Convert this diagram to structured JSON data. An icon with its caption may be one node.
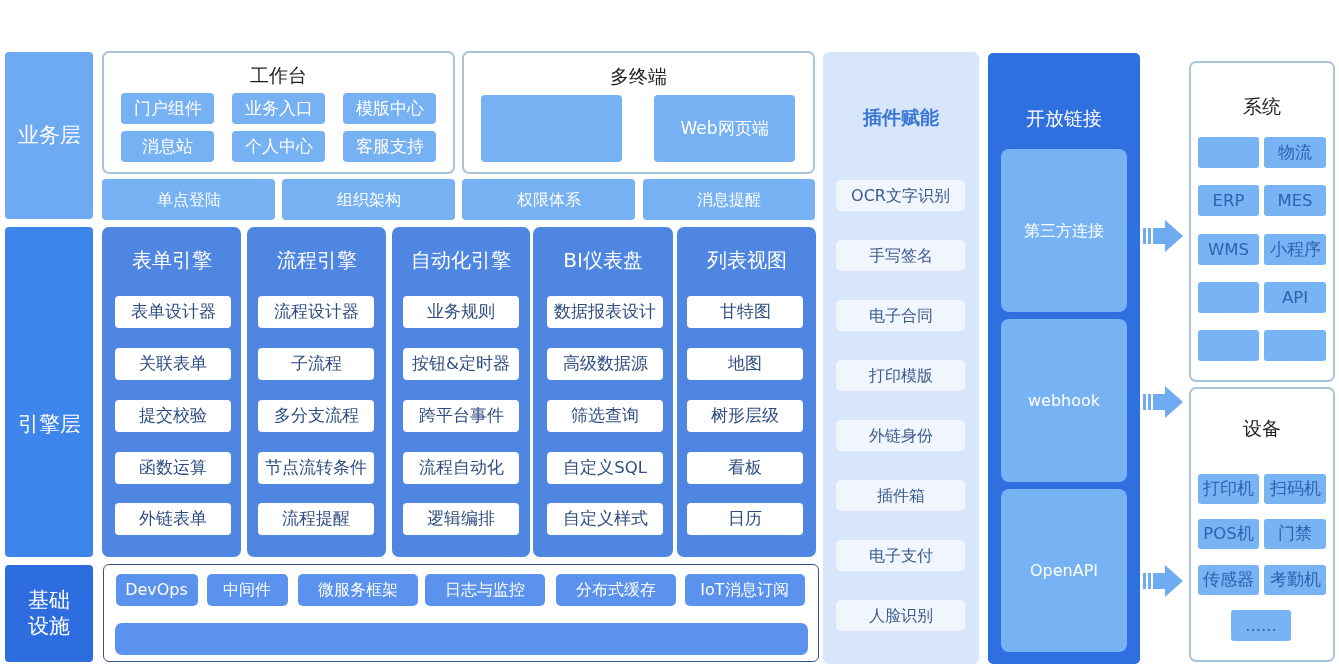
{
  "diagram": {
    "nodes": [
      {
        "text": [
          "业务层"
        ]
      },
      {
        "text": [
          "工作台"
        ]
      },
      {
        "text": [
          "门户组件"
        ],
        "in": 1
      },
      {
        "text": [
          "业务入口"
        ],
        "in": 1
      },
      {
        "text": [
          "模版中心"
        ],
        "in": 1
      },
      {
        "text": [
          "消息站"
        ],
        "in": 1
      },
      {
        "text": [
          "个人中心"
        ],
        "in": 1
      },
      {
        "text": [
          "客服支持"
        ],
        "in": 1
      },
      {
        "text": [
          "多终端"
        ]
      },
      {
        "text": [],
        "shape": "box",
        "in": 8
      },
      {
        "text": [
          "Web网页端"
        ],
        "in": 8
      },
      {
        "text": [
          "单点登陆"
        ]
      },
      {
        "text": [
          "组织架构"
        ]
      },
      {
        "text": [
          "权限体系"
        ]
      },
      {
        "text": [
          "消息提醒"
        ]
      },
      {
        "text": [
          "引擎层"
        ]
      },
      {
        "text": [
          "表单引擎"
        ]
      },
      {
        "text": [
          "表单设计器"
        ],
        "in": 16
      },
      {
        "text": [
          "关联表单"
        ],
        "in": 16
      },
      {
        "text": [
          "提交校验"
        ],
        "in": 16
      },
      {
        "text": [
          "函数运算"
        ],
        "in": 16
      },
      {
        "text": [
          "外链表单"
        ],
        "in": 16
      },
      {
        "text": [
          "流程引擎"
        ]
      },
      {
        "text": [
          "流程设计器"
        ],
        "in": 22
      },
      {
        "text": [
          "子流程"
        ],
        "in": 22
      },
      {
        "text": [
          "多分支流程"
        ],
        "in": 22
      },
      {
        "text": [
          "节点流转条件"
        ],
        "in": 22
      },
      {
        "text": [
          "流程提醒"
        ],
        "in": 22
      },
      {
        "text": [
          "自动化引擎"
        ]
      },
      {
        "text": [
          "业务规则"
        ],
        "in": 28
      },
      {
        "text": [
          "按钮&定时器"
        ],
        "in": 28
      },
      {
        "text": [
          "跨平台事件"
        ],
        "in": 28
      },
      {
        "text": [
          "流程自动化"
        ],
        "in": 28
      },
      {
        "text": [
          "逻辑编排"
        ],
        "in": 28
      },
      {
        "text": [
          "BI仪表盘"
        ]
      },
      {
        "text": [
          "数据报表设计"
        ],
        "in": 34
      },
      {
        "text": [
          "高级数据源"
        ],
        "in": 34
      },
      {
        "text": [
          "筛选查询"
        ],
        "in": 34
      },
      {
        "text": [
          "自定义SQL"
        ],
        "in": 34
      },
      {
        "text": [
          "自定义样式"
        ],
        "in": 34
      },
      {
        "text": [
          "列表视图"
        ]
      },
      {
        "text": [
          "甘特图"
        ],
        "in": 40
      },
      {
        "text": [
          "地图"
        ],
        "in": 40
      },
      {
        "text": [
          "树形层级"
        ],
        "in": 40
      },
      {
        "text": [
          "看板"
        ],
        "in": 40
      },
      {
        "text": [
          "日历"
        ],
        "in": 40
      },
      {
        "text": [
          "基础设施"
        ]
      },
      {
        "text": [],
        "shape": "box"
      },
      {
        "text": [
          "DevOps"
        ],
        "in": 47
      },
      {
        "text": [
          "中间件"
        ],
        "in": 47
      },
      {
        "text": [
          "微服务框架"
        ],
        "in": 47
      },
      {
        "text": [
          "日志与监控"
        ],
        "in": 47
      },
      {
        "text": [
          "分布式缓存"
        ],
        "in": 47
      },
      {
        "text": [
          "IoT消息订阅"
        ],
        "in": 47
      },
      {
        "text": [],
        "shape": "bar",
        "in": 47
      },
      {
        "text": [
          "插件赋能"
        ]
      },
      {
        "text": [
          "OCR文字识别"
        ],
        "in": 55
      },
      {
        "text": [
          "手写签名"
        ],
        "in": 55
      },
      {
        "text": [
          "电子合同"
        ],
        "in": 55
      },
      {
        "text": [
          "打印模版"
        ],
        "in": 55
      },
      {
        "text": [
          "外链身份"
        ],
        "in": 55
      },
      {
        "text": [
          "插件箱"
        ],
        "in": 55
      },
      {
        "text": [
          "电子支付"
        ],
        "in": 55
      },
      {
        "text": [
          "人脸识别"
        ],
        "in": 55
      },
      {
        "text": [
          "开放链接"
        ]
      },
      {
        "text": [
          "第三方连接"
        ],
        "in": 64
      },
      {
        "text": [
          "webhook"
        ],
        "in": 64
      },
      {
        "text": [
          "OpenAPI"
        ],
        "in": 64
      },
      {
        "text": [
          "系统"
        ]
      },
      {
        "text": [],
        "shape": "box",
        "in": 68
      },
      {
        "text": [
          "物流"
        ],
        "in": 68
      },
      {
        "text": [
          "ERP"
        ],
        "in": 68
      },
      {
        "text": [
          "MES"
        ],
        "in": 68
      },
      {
        "text": [
          "WMS"
        ],
        "in": 68
      },
      {
        "text": [
          "小程序"
        ],
        "in": 68
      },
      {
        "text": [],
        "shape": "box",
        "in": 68
      },
      {
        "text": [
          "API"
        ],
        "in": 68
      },
      {
        "text": [],
        "shape": "box",
        "in": 68
      },
      {
        "text": [],
        "shape": "box",
        "in": 68
      },
      {
        "text": [
          "设备"
        ]
      },
      {
        "text": [
          "打印机"
        ],
        "in": 79
      },
      {
        "text": [
          "扫码机"
        ],
        "in": 79
      },
      {
        "text": [
          "POS机"
        ],
        "in": 79
      },
      {
        "text": [
          "门禁"
        ],
        "in": 79
      },
      {
        "text": [
          "传感器"
        ],
        "in": 79
      },
      {
        "text": [
          "考勤机"
        ],
        "in": 79
      },
      {
        "text": [
          "......"
        ],
        "in": 79
      }
    ],
    "edges": [
      {
        "from": 64,
        "to": 68,
        "arrow": "to"
      },
      {
        "from": 64,
        "to": 79,
        "arrow": "to"
      },
      {
        "from": 64,
        "to": 79,
        "arrow": "to"
      }
    ]
  }
}
